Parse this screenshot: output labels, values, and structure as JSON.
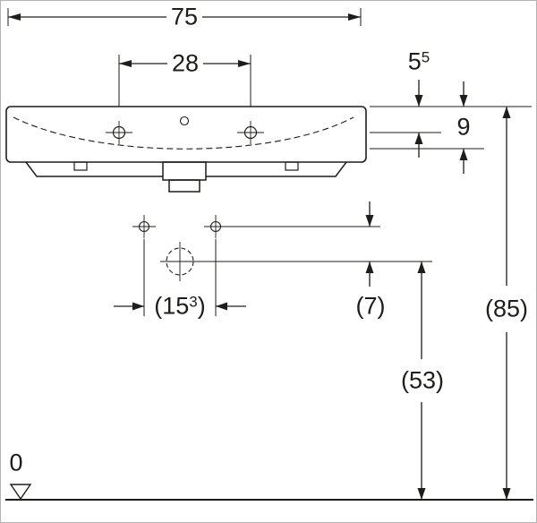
{
  "drawing": {
    "type": "technical-dimension-drawing",
    "subject": "washbasin front elevation with tap holes, fixing holes, drain and height dimensions",
    "colors": {
      "line": "#1d1d1b",
      "background": "#ffffff",
      "border": "#b3b3b3"
    },
    "labels": {
      "width": "75",
      "tap_distance": "28",
      "rim_to_tap_main": "5",
      "rim_to_tap_sup": "5",
      "bowl_depth": "9",
      "fixing_distance_pre": "(15",
      "fixing_distance_sup": "3",
      "fixing_distance_post": ")",
      "fixing_to_drain": "(7)",
      "drain_height": "(53)",
      "overall_height": "(85)",
      "datum_zero": "0"
    }
  }
}
